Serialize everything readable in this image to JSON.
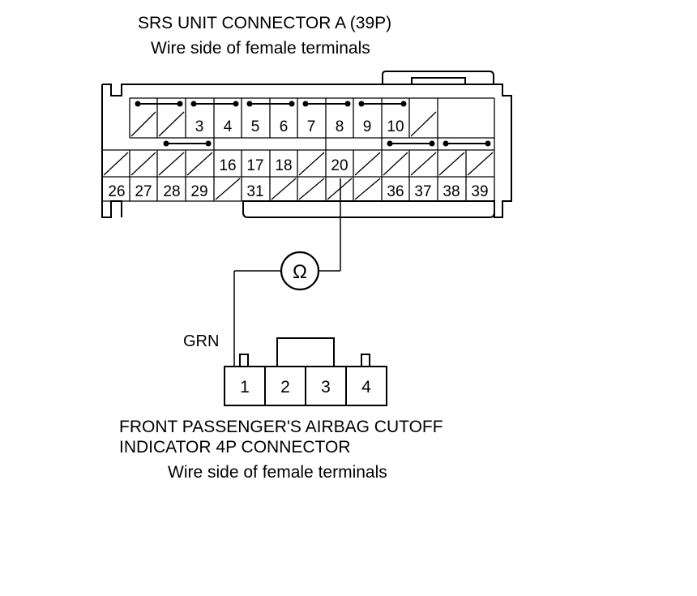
{
  "connector_a": {
    "title": "SRS UNIT CONNECTOR A (39P)",
    "subtitle": "Wire side of female terminals",
    "rows": [
      [
        "",
        "",
        "3",
        "4",
        "5",
        "6",
        "7",
        "8",
        "9",
        "10",
        ""
      ],
      [
        "",
        "",
        "",
        "",
        "16",
        "17",
        "18",
        "",
        "20",
        "",
        "",
        "",
        "",
        "",
        ""
      ],
      [
        "26",
        "27",
        "28",
        "29",
        "",
        "31",
        "",
        "",
        "",
        "",
        "36",
        "37",
        "38",
        "39"
      ]
    ]
  },
  "meter": {
    "symbol": "Ω"
  },
  "wire": {
    "color_label": "GRN"
  },
  "connector_b": {
    "title_line1": "FRONT PASSENGER'S AIRBAG CUTOFF",
    "title_line2": "INDICATOR 4P CONNECTOR",
    "subtitle": "Wire side of female terminals",
    "pins": [
      "1",
      "2",
      "3",
      "4"
    ]
  }
}
